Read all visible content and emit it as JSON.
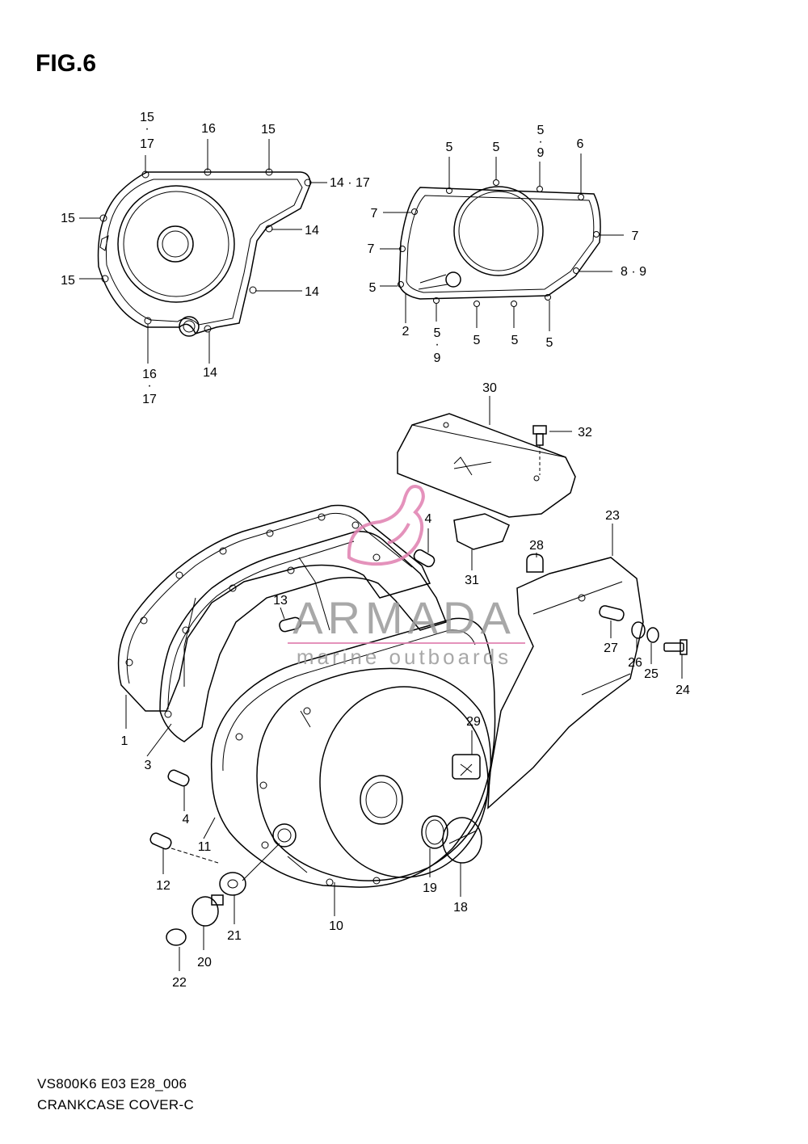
{
  "figure": {
    "title": "FIG.6",
    "code": "VS800K6 E03 E28_006",
    "name": "CRANKCASE COVER-C"
  },
  "watermark": {
    "brand": "ARMADA",
    "tagline": "marine outboards",
    "color": "#e07fb0",
    "text_color": "#9a9a9a"
  },
  "callouts": [
    "15",
    "·",
    "17",
    "16",
    "15",
    "14 · 17",
    "15",
    "14",
    "15",
    "14",
    "16",
    "·",
    "17",
    "14",
    "5",
    "5",
    "5",
    "·",
    "9",
    "6",
    "7",
    "7",
    "7",
    "8 · 9",
    "5",
    "2",
    "5",
    "·",
    "9",
    "5",
    "5",
    "5",
    "30",
    "32",
    "4",
    "23",
    "28",
    "31",
    "13",
    "27",
    "26",
    "25",
    "24",
    "1",
    "3",
    "29",
    "4",
    "11",
    "12",
    "19",
    "18",
    "10",
    "21",
    "20",
    "22"
  ]
}
